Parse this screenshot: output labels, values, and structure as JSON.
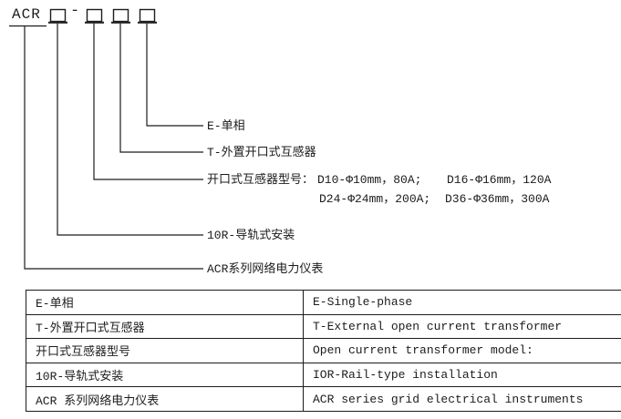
{
  "model_code": {
    "prefix": "ACR",
    "separator": "-"
  },
  "diagram": {
    "labels": {
      "single_phase": "E-单相",
      "external_ct": "T-外置开口式互感器",
      "ct_model_label": "开口式互感器型号：",
      "rail_mount": "10R-导轨式安装",
      "series": "ACR系列网络电力仪表"
    },
    "ct_models": [
      {
        "left": "D10-Φ10mm，80A;",
        "right": "D16-Φ16mm，120A"
      },
      {
        "left": "D24-Φ24mm，200A;",
        "right": "D36-Φ36mm，300A"
      }
    ]
  },
  "table": {
    "rows": [
      {
        "cn": "E-单相",
        "en": "E-Single-phase"
      },
      {
        "cn": "T-外置开口式互感器",
        "en": "T-External open current transformer"
      },
      {
        "cn": "开口式互感器型号",
        "en": "Open current transformer model:"
      },
      {
        "cn": "10R-导轨式安装",
        "en": "IOR-Rail-type installation"
      },
      {
        "cn": "ACR 系列网络电力仪表",
        "en": "ACR series grid electrical instruments"
      }
    ]
  },
  "colors": {
    "line": "#1c1c1c",
    "text": "#1c1c1c",
    "background": "#ffffff"
  }
}
